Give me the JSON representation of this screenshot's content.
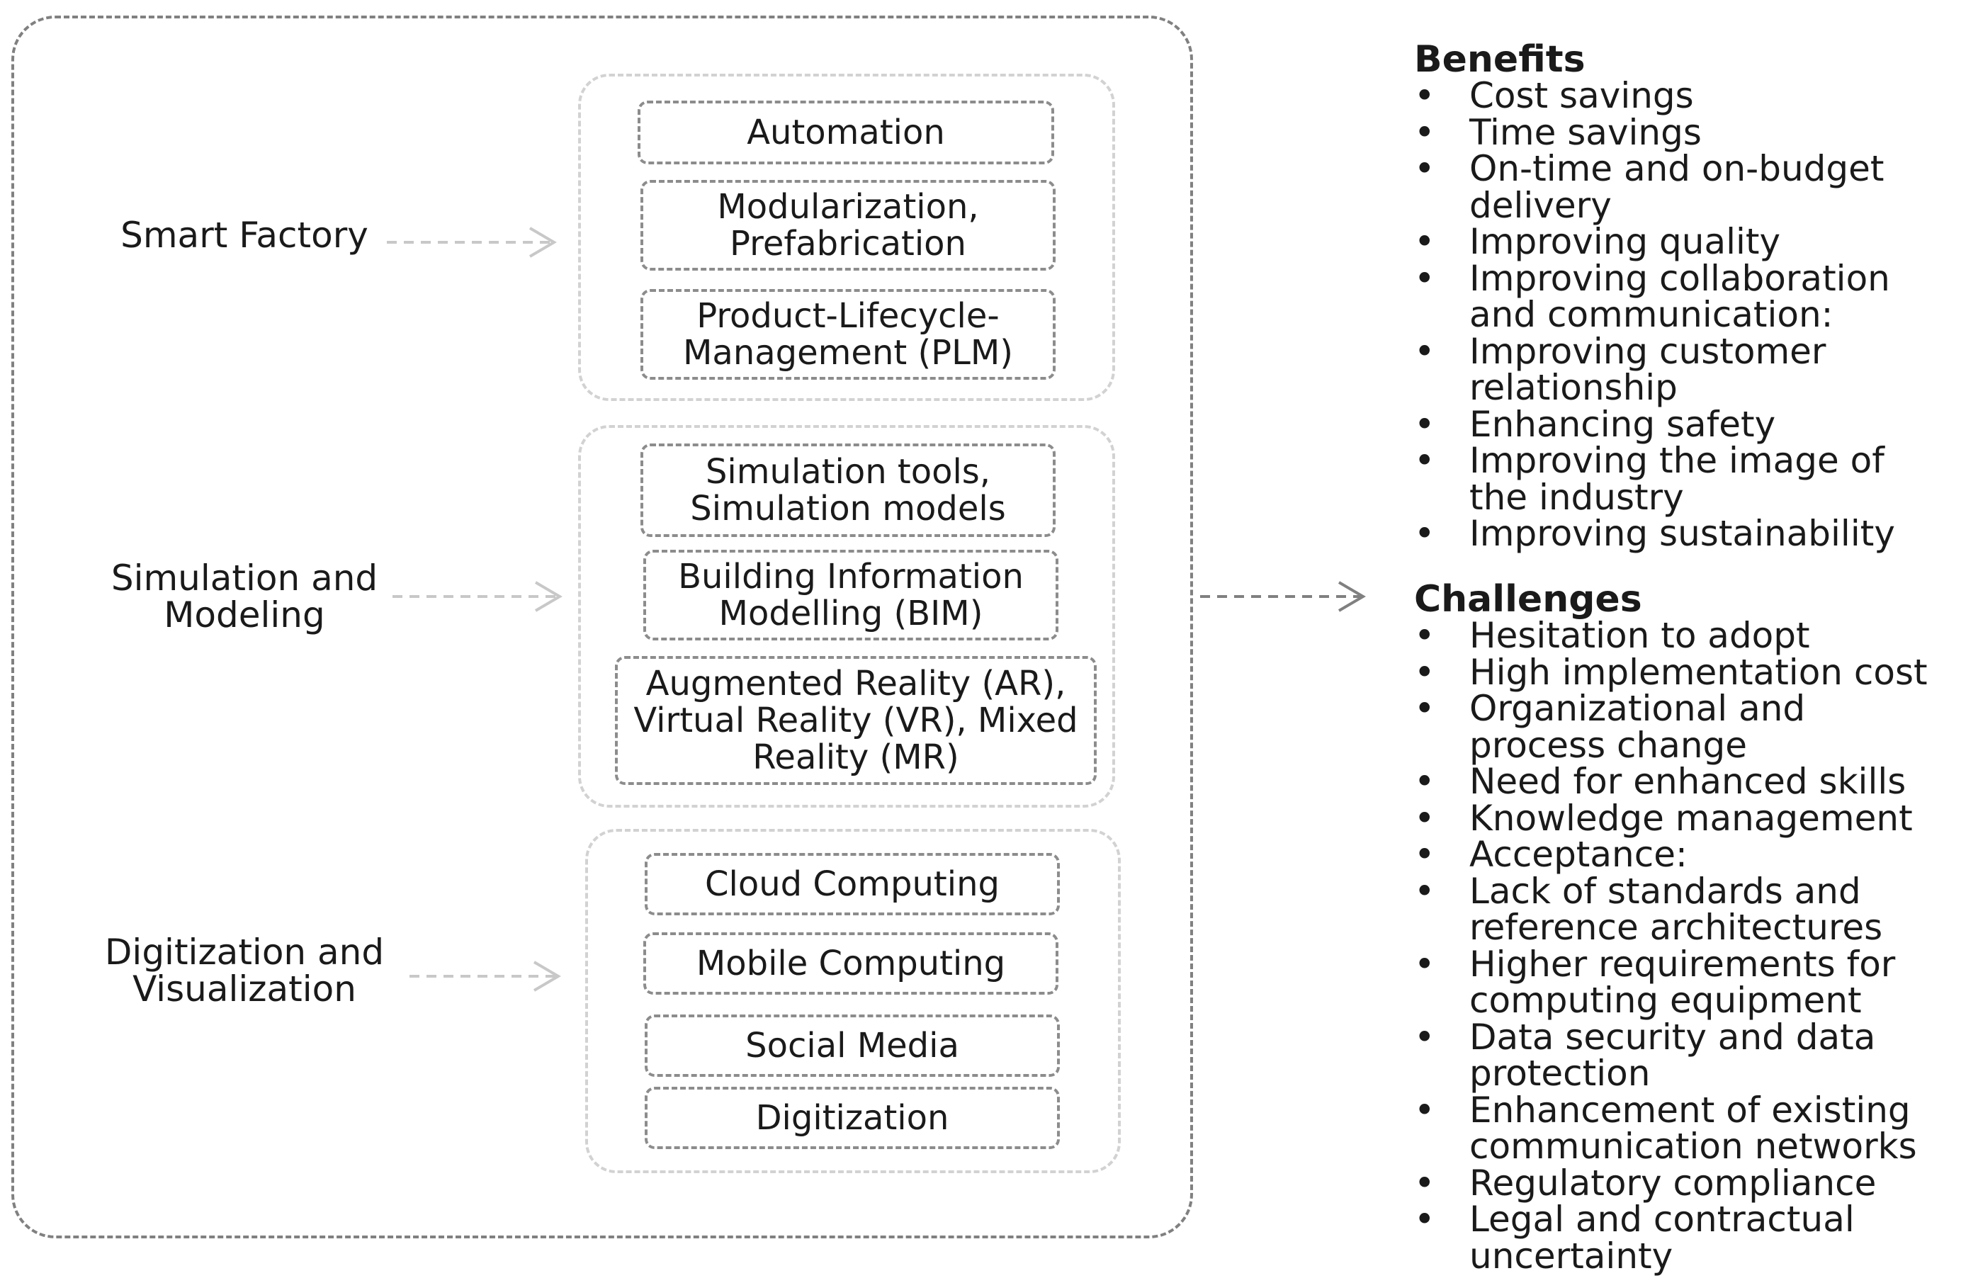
{
  "categories": [
    {
      "name": "Smart Factory"
    },
    {
      "name": "Simulation and\nModeling"
    },
    {
      "name": "Digitization and\nVisualization"
    }
  ],
  "technologies": [
    "Automation",
    "Modularization,\nPrefabrication",
    "Product-Lifecycle-\nManagement (PLM)",
    "Simulation tools,\nSimulation models",
    "Building Information\nModelling (BIM)",
    "Augmented Reality (AR),\nVirtual Reality (VR), Mixed\nReality (MR)",
    "Cloud Computing",
    "Mobile Computing",
    "Social Media",
    "Digitization"
  ],
  "benefits": {
    "title": "Benefits",
    "bullet": "•",
    "items": [
      "Cost savings",
      "Time savings",
      "On-time and on-budget delivery",
      "Improving quality",
      "Improving collaboration and communication:",
      "Improving customer relationship",
      "Enhancing safety",
      "Improving the image of the industry",
      "Improving sustainability"
    ]
  },
  "challenges": {
    "title": "Challenges",
    "bullet": "•",
    "items": [
      "Hesitation to adopt",
      "High implementation cost",
      "Organizational and process change",
      "Need for enhanced skills",
      "Knowledge management",
      "Acceptance:",
      "Lack of standards and reference architectures",
      "Higher requirements for computing equipment",
      "Data security and data protection",
      "Enhancement of existing communication networks",
      "Regulatory compliance",
      "Legal and contractual uncertainty"
    ]
  }
}
